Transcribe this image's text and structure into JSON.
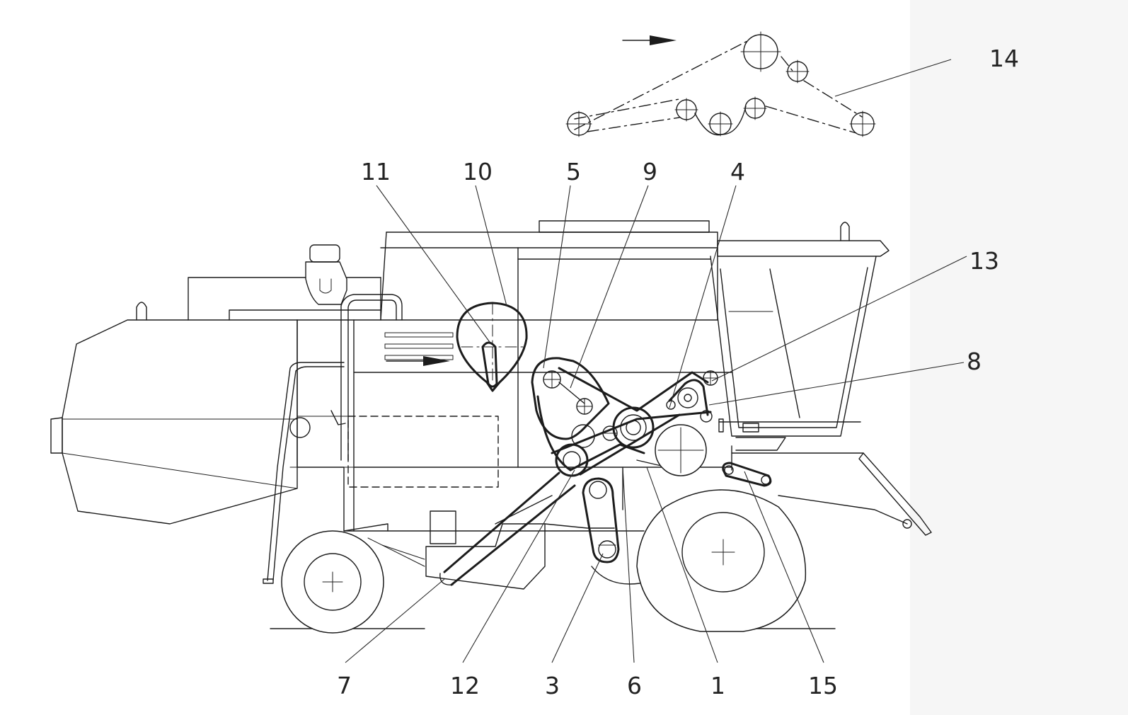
{
  "labels": {
    "ref_1": "1",
    "ref_3": "3",
    "ref_4": "4",
    "ref_5": "5",
    "ref_6": "6",
    "ref_7": "7",
    "ref_8": "8",
    "ref_9": "9",
    "ref_10": "10",
    "ref_11": "11",
    "ref_12": "12",
    "ref_13": "13",
    "ref_14": "14",
    "ref_15": "15"
  },
  "colors": {
    "line": "#1c1c1c",
    "paper": "#ffffff"
  }
}
